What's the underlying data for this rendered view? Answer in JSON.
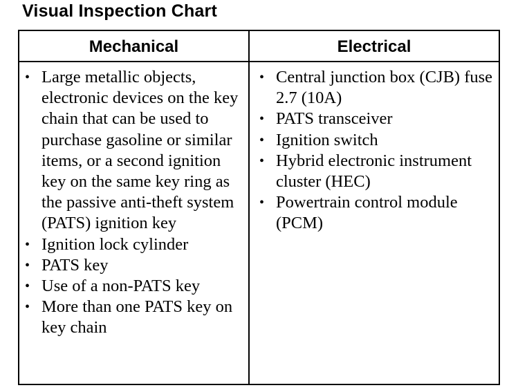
{
  "title": "Visual Inspection Chart",
  "columns": {
    "mechanical": {
      "header": "Mechanical",
      "items": [
        "Large metallic objects, electronic devices on the key chain that can be used to purchase gasoline or similar items, or a second ignition key on the same key ring as the passive anti-theft system (PATS) ignition key",
        "Ignition lock cylinder",
        "PATS key",
        "Use of a non-PATS key",
        "More than one PATS key on key chain"
      ]
    },
    "electrical": {
      "header": "Electrical",
      "items": [
        "Central junction box (CJB) fuse 2.7 (10A)",
        "PATS transceiver",
        "Ignition switch",
        "Hybrid electronic instrument cluster (HEC)",
        "Powertrain control module (PCM)"
      ]
    }
  },
  "icons": {
    "bullet": "bullet-dot"
  }
}
